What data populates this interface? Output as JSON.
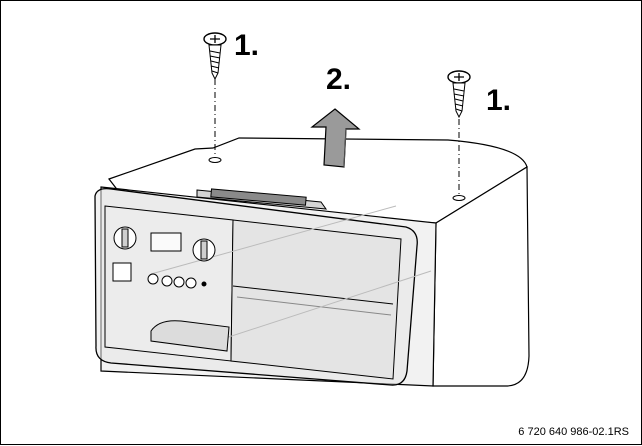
{
  "steps": {
    "screw_left_label": "1.",
    "lift_label": "2.",
    "screw_right_label": "1."
  },
  "figure_number": "6 720 640 986-02.1RS",
  "icons": [
    "screw-icon",
    "screw-icon",
    "lift-arrow-icon",
    "rotary-knob-icon",
    "display-icon",
    "button-icon"
  ]
}
